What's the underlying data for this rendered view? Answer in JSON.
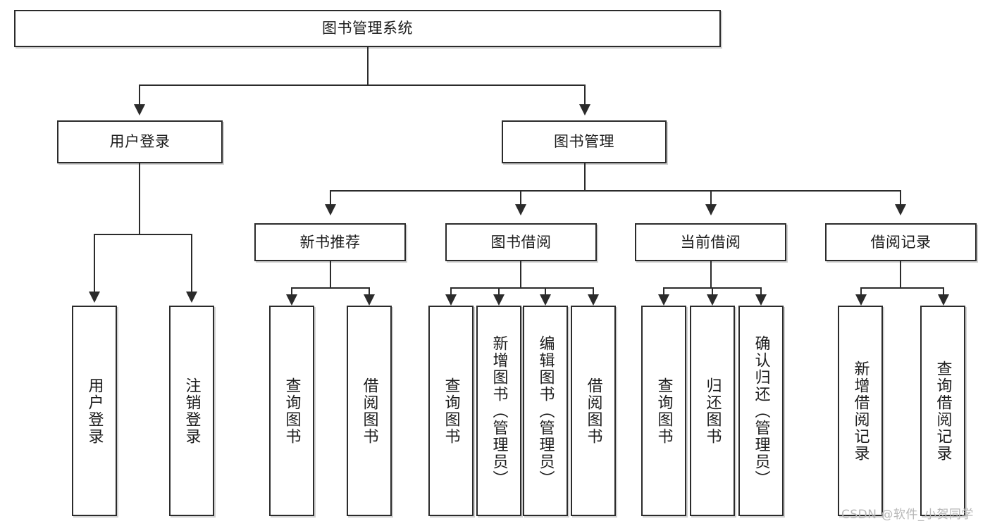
{
  "diagram": {
    "title": "图书管理系统",
    "type": "tree",
    "watermark": "CSDN @软件_小贺同学",
    "colors": {
      "stroke": "#2b2b2b",
      "background": "#ffffff",
      "text": "#1c1c1c",
      "watermark": "#b7b7b7"
    },
    "levels": {
      "root": {
        "label": "图书管理系统"
      },
      "level2": [
        {
          "label": "用户登录"
        },
        {
          "label": "图书管理"
        }
      ],
      "level3": [
        {
          "label": "新书推荐"
        },
        {
          "label": "图书借阅"
        },
        {
          "label": "当前借阅"
        },
        {
          "label": "借阅记录"
        }
      ],
      "leaves": {
        "user_login": [
          {
            "label": "用户登录"
          },
          {
            "label": "注销登录"
          }
        ],
        "new_book_recommend": [
          {
            "label": "查询图书"
          },
          {
            "label": "借阅图书"
          }
        ],
        "book_borrow": [
          {
            "label": "查询图书"
          },
          {
            "label": "新增图书（管理员）"
          },
          {
            "label": "编辑图书（管理员）"
          },
          {
            "label": "借阅图书"
          }
        ],
        "current_borrow": [
          {
            "label": "查询图书"
          },
          {
            "label": "归还图书"
          },
          {
            "label": "确认归还（管理员）"
          }
        ],
        "borrow_record": [
          {
            "label": "新增借阅记录"
          },
          {
            "label": "查询借阅记录"
          }
        ]
      }
    }
  }
}
